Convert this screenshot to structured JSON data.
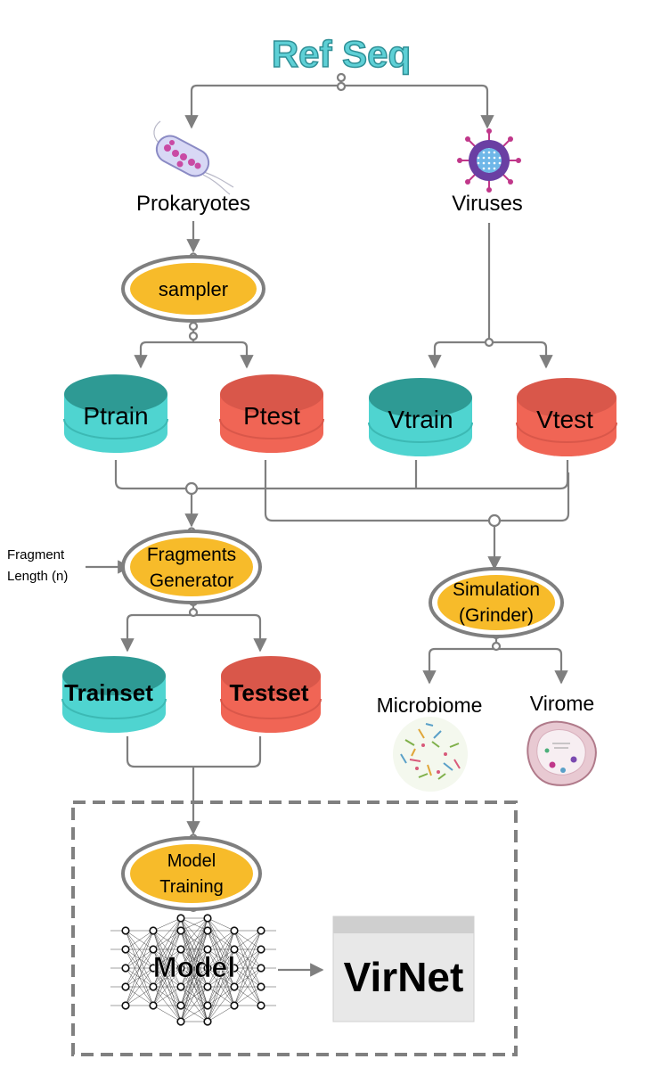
{
  "title": "Ref Seq",
  "sources": {
    "prokaryotes": "Prokaryotes",
    "viruses": "Viruses"
  },
  "nodes": {
    "sampler": "sampler",
    "fragments_line1": "Fragments",
    "fragments_line2": "Generator",
    "simulation_line1": "Simulation",
    "simulation_line2": "(Grinder)",
    "training_line1": "Model",
    "training_line2": "Training"
  },
  "datasets": {
    "ptrain": "Ptrain",
    "ptest": "Ptest",
    "vtrain": "Vtrain",
    "vtest": "Vtest",
    "trainset": "Trainset",
    "testset": "Testset"
  },
  "fragment_input": {
    "line1": "Fragment",
    "line2": "Length (n)"
  },
  "outputs": {
    "microbiome": "Microbiome",
    "virome": "Virome"
  },
  "model": {
    "label": "Model",
    "product": "VirNet"
  },
  "colors": {
    "teal": "#4fd4d0",
    "teal_dark": "#2e9a94",
    "red": "#f06555",
    "red_dark": "#d9574a",
    "node_fill": "#f7bb2a",
    "node_ring": "#7f7f7f",
    "line": "#7f7f7f",
    "title": "#5ed0d6"
  }
}
